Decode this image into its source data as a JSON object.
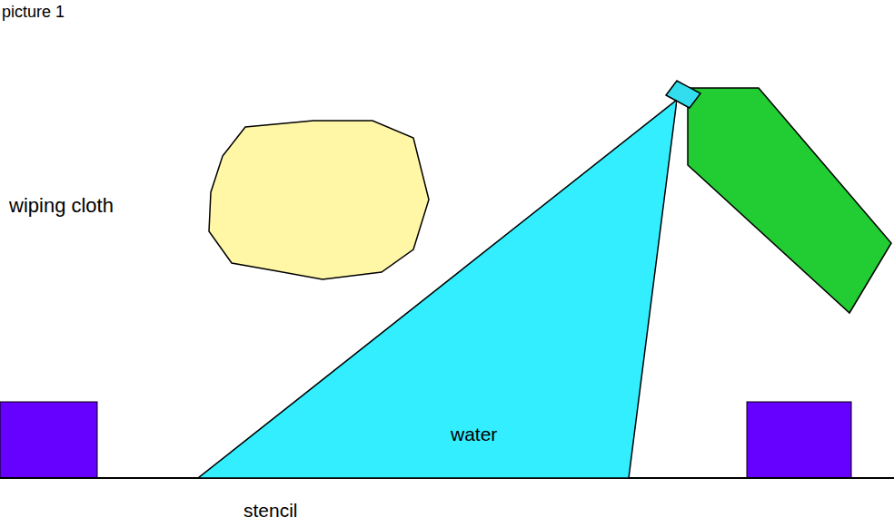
{
  "diagram": {
    "title": "picture 1",
    "nodes": [
      {
        "text": [
          "water"
        ]
      }
    ],
    "labels": [
      "wiping cloth",
      "stencil"
    ]
  }
}
